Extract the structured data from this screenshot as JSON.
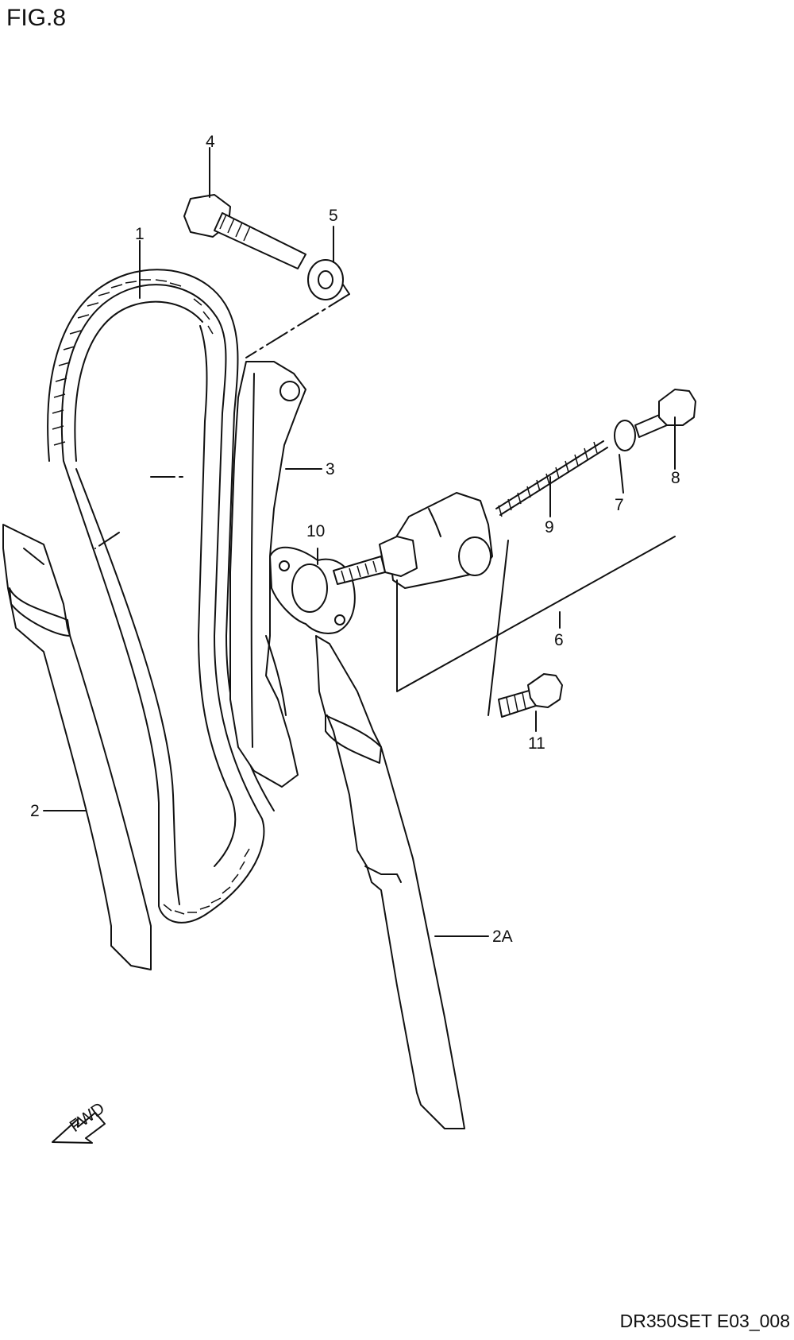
{
  "figure": {
    "title": "FIG.8",
    "code": "DR350SET E03_008"
  },
  "callouts": [
    "1",
    "2",
    "2A",
    "3",
    "4",
    "5",
    "6",
    "7",
    "8",
    "9",
    "10",
    "11"
  ],
  "fwd_arrow": {
    "label": "FWD"
  },
  "colors": {
    "line": "#111111",
    "background": "#ffffff"
  }
}
